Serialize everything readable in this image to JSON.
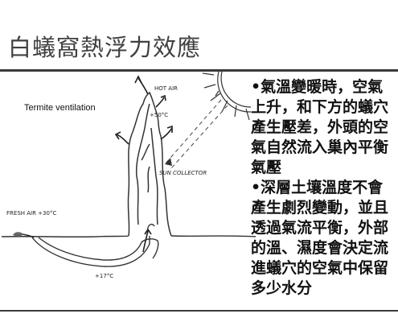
{
  "title": "白蟻窩熱浮力效應",
  "diagram": {
    "caption": "Termite ventilation",
    "labels": {
      "hot_air": "HOT AIR",
      "top_temp": "+50°C",
      "sun_collector": "SUN COLLECTOR",
      "fresh_air": "FRESH AIR +30°C",
      "ground_temp": "+17°C"
    },
    "icons": [
      "sun-icon",
      "airflow-arrow-icon"
    ]
  },
  "bullets": [
    "•氣溫變暖時，空氣上升，和下方的蟻穴產生壓差，外頭的空氣自然流入巢內平衡氣壓",
    "•深層土壤溫度不會產生劇烈變動，並且透過氣流平衡，外部的溫、濕度會決定流進蟻穴的空氣中保留多少水分"
  ]
}
